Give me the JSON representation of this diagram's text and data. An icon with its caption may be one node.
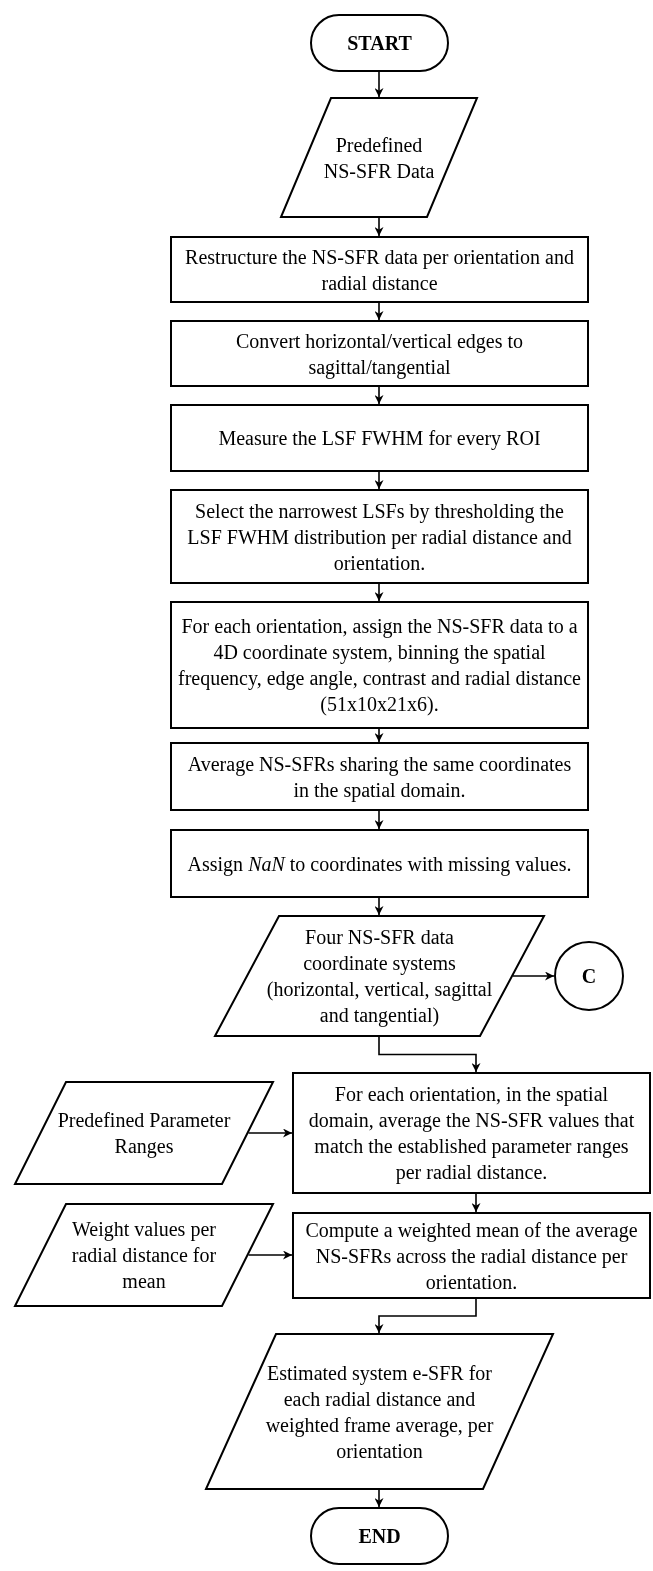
{
  "diagram": {
    "nodes": [
      {
        "text": [
          "START"
        ]
      },
      {
        "text": [
          "Predefined NS-SFR Data"
        ]
      },
      {
        "text": [
          "Restructure the NS-SFR data per orientation and radial distance"
        ]
      },
      {
        "text": [
          "Convert horizontal/vertical edges to sagittal/tangential"
        ]
      },
      {
        "text": [
          "Measure the LSF FWHM for every ROI"
        ]
      },
      {
        "text": [
          "Select the narrowest LSFs by thresholding the LSF FWHM distribution per radial distance and orientation."
        ]
      },
      {
        "text": [
          "For each orientation, assign the NS-SFR data to a 4D coordinate system, binning the spatial frequency, edge angle, contrast and radial distance (51x10x21x6)."
        ]
      },
      {
        "text": [
          "Average NS-SFRs sharing the same coordinates in the spatial domain."
        ]
      },
      {
        "text": [
          "Assign *NaN* to coordinates with missing values."
        ]
      },
      {
        "text": [
          "Four NS-SFR data coordinate systems (horizontal, vertical, sagittal and tangential)"
        ]
      },
      {
        "text": [
          "C"
        ]
      },
      {
        "text": [
          "Predefined Parameter Ranges"
        ]
      },
      {
        "text": [
          "For each orientation, in the spatial domain, average the NS-SFR values that match the established parameter ranges per radial distance."
        ]
      },
      {
        "text": [
          "Weight values per radial distance for mean"
        ]
      },
      {
        "text": [
          "Compute a weighted mean of the average NS-SFRs across the radial distance per orientation."
        ]
      },
      {
        "text": [
          "Estimated system e-SFR for each radial distance and weighted frame average, per orientation"
        ]
      },
      {
        "text": [
          "END"
        ]
      }
    ],
    "edges": [
      {
        "from": 0,
        "to": 1,
        "arrow": "to"
      },
      {
        "from": 1,
        "to": 2,
        "arrow": "to"
      },
      {
        "from": 2,
        "to": 3,
        "arrow": "to"
      },
      {
        "from": 3,
        "to": 4,
        "arrow": "to"
      },
      {
        "from": 4,
        "to": 5,
        "arrow": "to"
      },
      {
        "from": 5,
        "to": 6,
        "arrow": "to"
      },
      {
        "from": 6,
        "to": 7,
        "arrow": "to"
      },
      {
        "from": 7,
        "to": 8,
        "arrow": "to"
      },
      {
        "from": 8,
        "to": 9,
        "arrow": "to"
      },
      {
        "from": 9,
        "to": 10,
        "arrow": "to"
      },
      {
        "from": 9,
        "to": 12,
        "arrow": "to"
      },
      {
        "from": 11,
        "to": 12,
        "arrow": "to"
      },
      {
        "from": 13,
        "to": 14,
        "arrow": "to"
      },
      {
        "from": 12,
        "to": 14,
        "arrow": "to"
      },
      {
        "from": 14,
        "to": 15,
        "arrow": "to"
      },
      {
        "from": 15,
        "to": 16,
        "arrow": "to"
      }
    ]
  }
}
